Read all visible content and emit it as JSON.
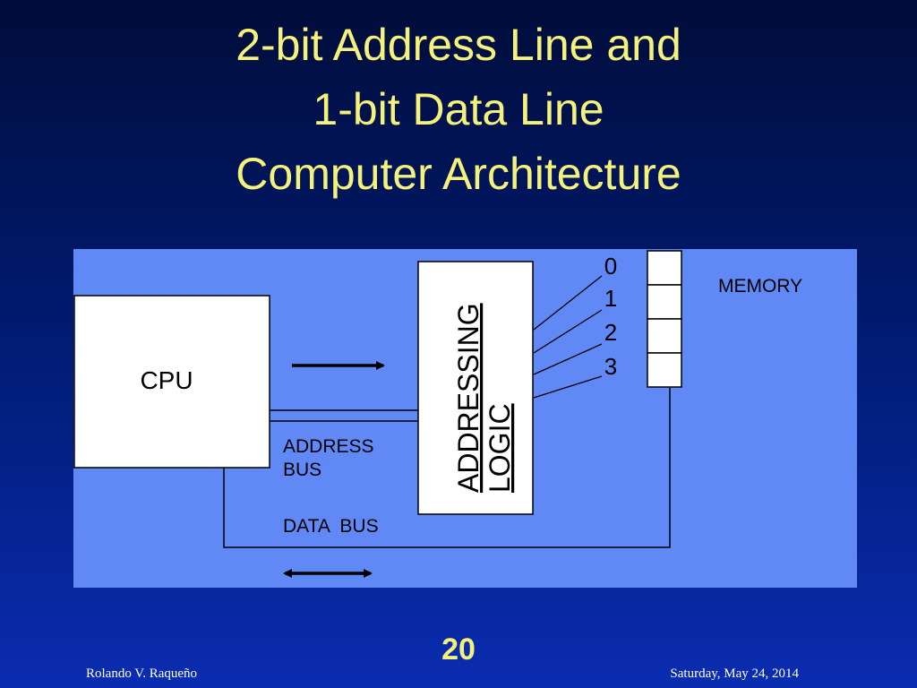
{
  "title": {
    "line1": "2-bit Address Line and",
    "line2": "1-bit Data Line",
    "line3": "Computer Architecture"
  },
  "diagram": {
    "cpu_label": "CPU",
    "addressing_logic_line1": "ADDRESSING",
    "addressing_logic_line2": "LOGIC",
    "memory_label": "MEMORY",
    "memory_addresses": [
      "0",
      "1",
      "2",
      "3"
    ],
    "address_bus_line1": "ADDRESS",
    "address_bus_line2": "BUS",
    "data_bus_label": "DATA  BUS"
  },
  "footer": {
    "page_number": "20",
    "author": "Rolando V. Raqueño",
    "date": "Saturday, May 24, 2014"
  }
}
